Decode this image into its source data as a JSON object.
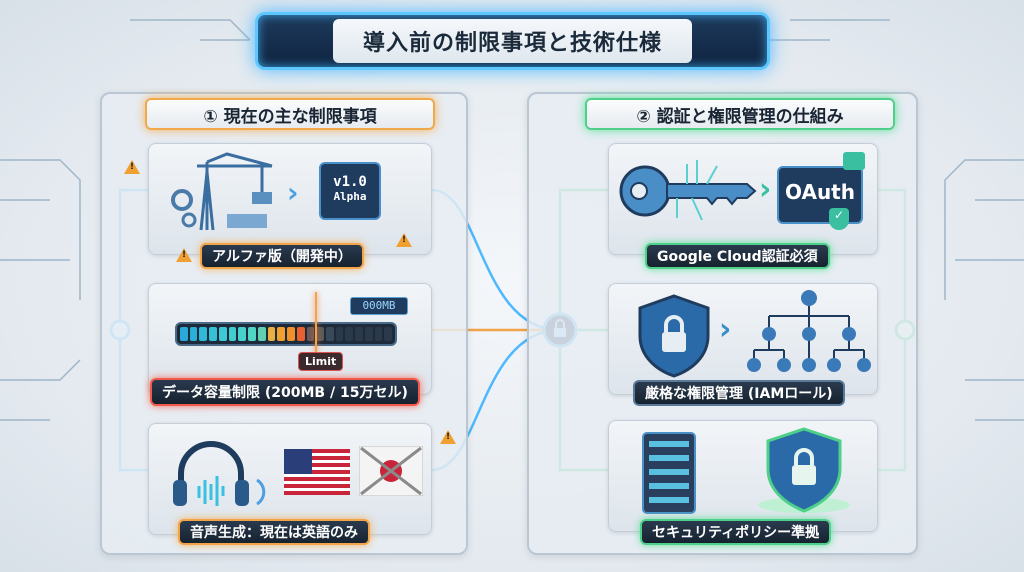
{
  "title": "導入前の制限事項と技術仕様",
  "left_section": {
    "heading": "① 現在の主な制限事項",
    "cards": [
      {
        "label": "アルファ版（開発中）",
        "chip_text": "v1.0",
        "chip_subtext": "Alpha",
        "icon": "crane-icon"
      },
      {
        "label": "データ容量制限 (200MB / 15万セル)",
        "readout": "000MB",
        "limit_label": "Limit",
        "icon": "capacity-bar-icon"
      },
      {
        "label": "音声生成：現在は英語のみ",
        "icon": "headphones-icon"
      }
    ]
  },
  "right_section": {
    "heading": "② 認証と権限管理の仕組み",
    "cards": [
      {
        "label": "Google Cloud認証必須",
        "chip_text": "OAuth",
        "icon": "key-icon"
      },
      {
        "label": "厳格な権限管理 (IAMロール)",
        "icon": "shield-lock-icon"
      },
      {
        "label": "セキュリティポリシー準拠",
        "icon": "server-shield-icon"
      }
    ]
  },
  "colors": {
    "limit_accent": "#f2a448",
    "auth_accent": "#4fd08a",
    "error": "#ef5a4a",
    "glow": "#5cc8ff"
  }
}
